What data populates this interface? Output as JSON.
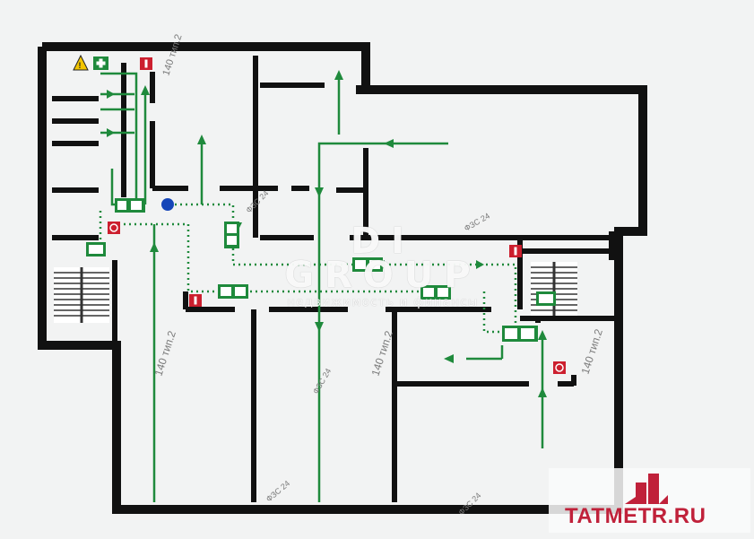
{
  "watermark": {
    "logo_text": "DI GROUP",
    "subtitle": "недвижимость и финансы"
  },
  "site_badge": {
    "name": "TATMETR.RU",
    "brand_color": "#c0213a"
  },
  "rooms": [
    {
      "area_label": "140 тип.2"
    },
    {
      "area_label": "140 тип.2"
    },
    {
      "area_label": "140 тип.2"
    },
    {
      "area_label": "140 тип.2"
    }
  ],
  "stamps": [
    "ФЗС 24",
    "ФЗС 24",
    "ФЗС 24",
    "ФЗС 24",
    "ФЗС 24"
  ],
  "legend_colors": {
    "evacuation_route": "#1f8a3c",
    "fire_equipment": "#cc1f2e",
    "you_are_here": "#1646b8",
    "walls": "#111111",
    "warning": "#f2c500"
  },
  "icons": [
    "warning-triangle-icon",
    "first-aid-icon",
    "fire-extinguisher-icon",
    "fire-alarm-icon",
    "emergency-exit-icon",
    "you-are-here-marker-icon",
    "staircase-icon"
  ]
}
